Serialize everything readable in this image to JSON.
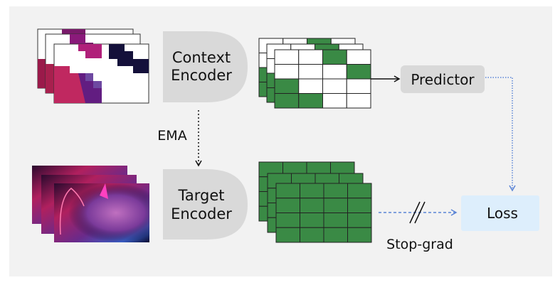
{
  "diagram": {
    "context_encoder": {
      "line1": "Context",
      "line2": "Encoder"
    },
    "target_encoder": {
      "line1": "Target",
      "line2": "Encoder"
    },
    "predictor": "Predictor",
    "loss": "Loss",
    "ema_label": "EMA",
    "stop_grad_label": "Stop-grad",
    "colors": {
      "panel": "#f2f2f2",
      "encoder_fill": "#d9d9d9",
      "predictor_fill": "#d9d9d9",
      "loss_fill": "#ddeefc",
      "patch_green": "#3a8a45",
      "flow_blue": "#5b84d6"
    },
    "context_grid_green_cells": [
      [
        0,
        2
      ],
      [
        1,
        3
      ],
      [
        2,
        0
      ],
      [
        3,
        0
      ],
      [
        3,
        1
      ]
    ],
    "grid_rows": 4,
    "grid_cols": 4
  }
}
